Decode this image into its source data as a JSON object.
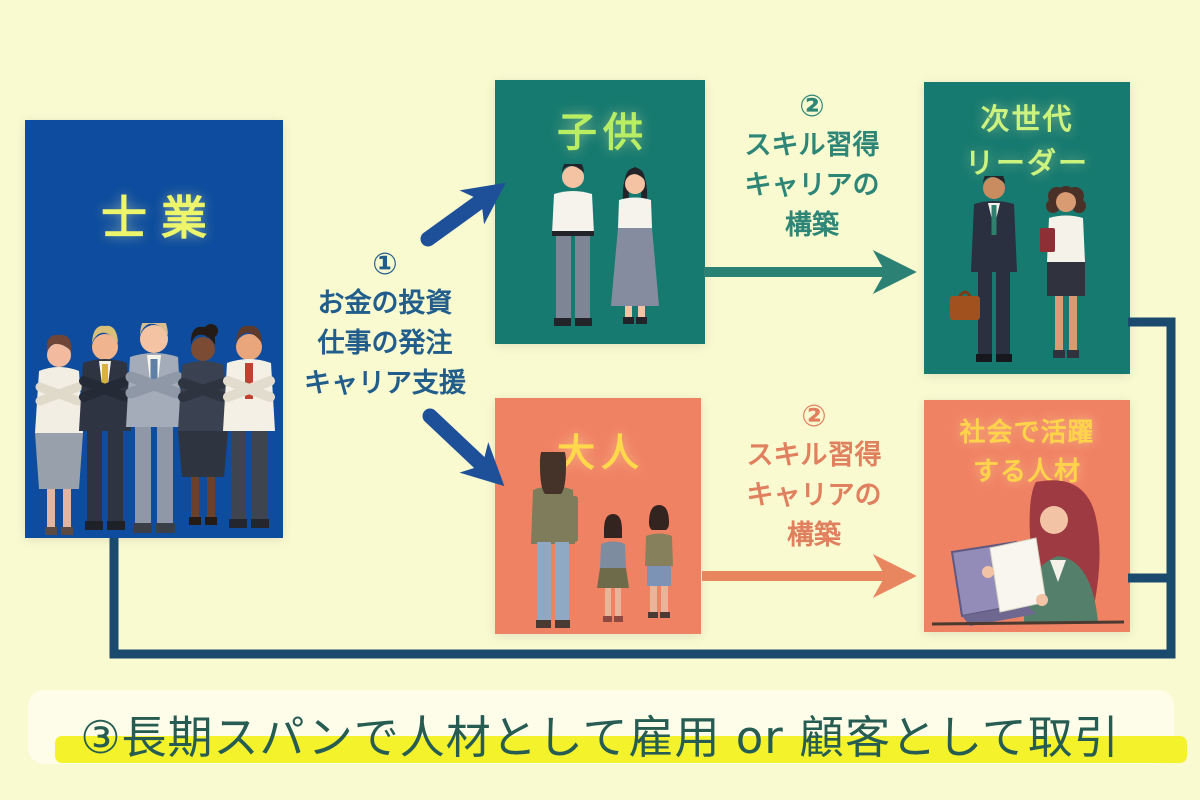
{
  "background_color": "#FAFAD1",
  "boxes": {
    "professionals": {
      "label": "士業",
      "bg_color": "#0D4C9E",
      "label_color": "#EDF56B"
    },
    "children": {
      "label": "子供",
      "bg_color": "#177A70",
      "label_color": "#B9EE62"
    },
    "next_gen_leaders": {
      "label_line1": "次世代",
      "label_line2": "リーダー",
      "bg_color": "#177A70",
      "label_color": "#CDF37F"
    },
    "adults": {
      "label": "大人",
      "bg_color": "#F08264",
      "label_color": "#FFD84B"
    },
    "active_talent": {
      "label_line1": "社会で活躍",
      "label_line2": "する人材",
      "bg_color": "#F08264",
      "label_color": "#FFD44A"
    }
  },
  "annotations": {
    "step1": {
      "number": "①",
      "lines": [
        "お金の投資",
        "仕事の発注",
        "キャリア支援"
      ],
      "color": "#215E8C"
    },
    "step2_top": {
      "number": "②",
      "lines": [
        "スキル習得",
        "キャリアの",
        "構築"
      ],
      "color": "#2E8677"
    },
    "step2_bottom": {
      "number": "②",
      "lines": [
        "スキル習得",
        "キャリアの",
        "構築"
      ],
      "color": "#E0805E"
    },
    "step3": {
      "text": "③長期スパンで人材として雇用 or 顧客として取引",
      "color": "#265C52",
      "highlight_color": "#F4F32B"
    }
  },
  "connectors": {
    "invest_arrows_color": "#1E509A",
    "children_to_leaders_arrow_color": "#2B8174",
    "adults_to_talent_arrow_color": "#E8875F",
    "feedback_loop_color": "#1A4A6E"
  }
}
